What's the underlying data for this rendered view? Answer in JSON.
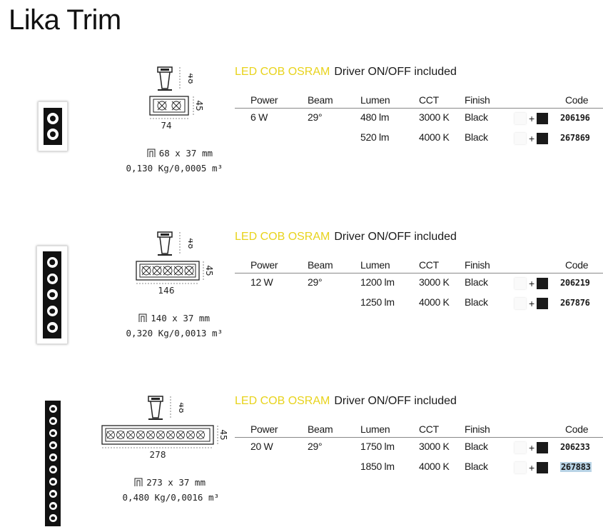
{
  "title": "Lika Trim",
  "columns": {
    "power": "Power",
    "beam": "Beam",
    "lumen": "Lumen",
    "cct": "CCT",
    "finish": "Finish",
    "code": "Code"
  },
  "finish_swatches": {
    "white": "#fafafa",
    "plus": "+",
    "black": "#1a1a1a"
  },
  "icons": {
    "cutout": "cutout-icon",
    "side_view": "side-view-icon",
    "front_view": "front-view-icon"
  },
  "products": [
    {
      "headline_accent": "LED COB OSRAM",
      "headline_text": "Driver ON/OFF included",
      "dim_height": "48",
      "dim_depth": "45",
      "dim_length": "74",
      "cutout": "68 x 37 mm",
      "weight": "0,130 Kg/0,0005 m³",
      "led_count": 2,
      "rows": [
        {
          "power": "6 W",
          "beam": "29°",
          "lumen": "480 lm",
          "cct": "3000 K",
          "finish": "Black",
          "code": "206196"
        },
        {
          "power": "",
          "beam": "",
          "lumen": "520 lm",
          "cct": "4000 K",
          "finish": "Black",
          "code": "267869"
        }
      ]
    },
    {
      "headline_accent": "LED COB OSRAM",
      "headline_text": "Driver ON/OFF included",
      "dim_height": "48",
      "dim_depth": "45",
      "dim_length": "146",
      "cutout": "140 x 37 mm",
      "weight": "0,320 Kg/0,0013 m³",
      "led_count": 5,
      "rows": [
        {
          "power": "12 W",
          "beam": "29°",
          "lumen": "1200 lm",
          "cct": "3000 K",
          "finish": "Black",
          "code": "206219"
        },
        {
          "power": "",
          "beam": "",
          "lumen": "1250 lm",
          "cct": "4000 K",
          "finish": "Black",
          "code": "267876"
        }
      ]
    },
    {
      "headline_accent": "LED COB OSRAM",
      "headline_text": "Driver ON/OFF included",
      "dim_height": "48",
      "dim_depth": "45",
      "dim_length": "278",
      "cutout": "273 x 37 mm",
      "weight": "0,480 Kg/0,0016 m³",
      "led_count": 10,
      "rows": [
        {
          "power": "20 W",
          "beam": "29°",
          "lumen": "1750 lm",
          "cct": "3000 K",
          "finish": "Black",
          "code": "206233"
        },
        {
          "power": "",
          "beam": "",
          "lumen": "1850 lm",
          "cct": "4000 K",
          "finish": "Black",
          "code": "267883",
          "selected": true
        }
      ]
    }
  ]
}
